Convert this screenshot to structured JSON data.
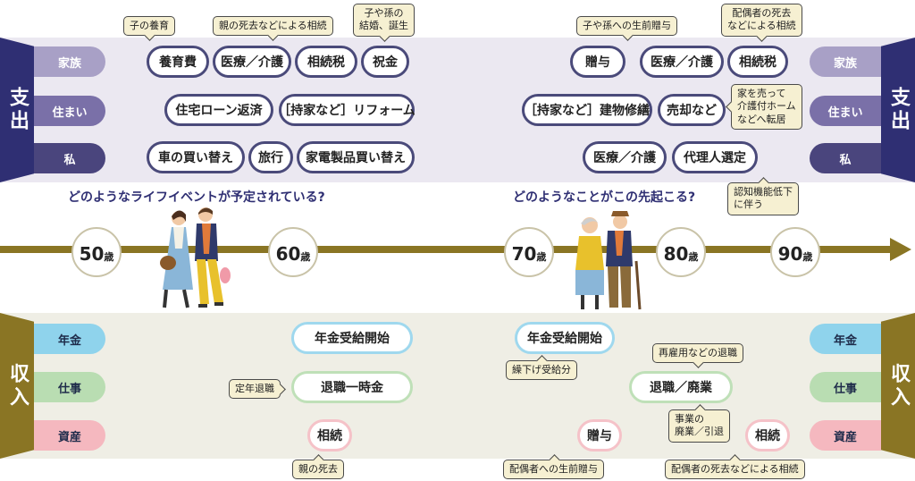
{
  "expense": {
    "badge": "支出",
    "categories": [
      "家族",
      "住まい",
      "私"
    ],
    "question": "どのようなライフイベントが予定されている?",
    "question2": "どのようなことがこの先起こる?",
    "family": {
      "pills": [
        "養育費",
        "医療／介護",
        "相続税",
        "祝金",
        "贈与",
        "医療／介護",
        "相続税"
      ],
      "notes": [
        "子の養育",
        "親の死去などによる相続",
        "子や孫の\n結婚、誕生",
        "子や孫への生前贈与",
        "配偶者の死去\nなどによる相続"
      ]
    },
    "housing": {
      "pills": [
        "住宅ローン返済",
        "［持家など］リフォーム",
        "［持家など］建物修繕",
        "売却など"
      ],
      "notes": [
        "家を売って\n介護付ホーム\nなどへ転居"
      ]
    },
    "private": {
      "pills": [
        "車の買い替え",
        "旅行",
        "家電製品買い替え",
        "医療／介護",
        "代理人選定"
      ],
      "notes": [
        "認知機能低下\nに伴う"
      ]
    }
  },
  "income": {
    "badge": "収入",
    "categories": [
      "年金",
      "仕事",
      "資産"
    ],
    "pension": {
      "pills": [
        "年金受給開始",
        "年金受給開始"
      ],
      "notes": [
        "繰下げ受給分"
      ]
    },
    "work": {
      "pills": [
        "退職一時金",
        "退職／廃業"
      ],
      "notes": [
        "定年退職",
        "再雇用などの退職",
        "事業の\n廃業／引退"
      ]
    },
    "assets": {
      "pills": [
        "相続",
        "贈与",
        "相続"
      ],
      "notes": [
        "親の死去",
        "配偶者への生前贈与",
        "配偶者の死去などによる相続"
      ]
    }
  },
  "timeline": {
    "ages": [
      "50",
      "60",
      "70",
      "80",
      "90"
    ],
    "unit": "歳"
  }
}
